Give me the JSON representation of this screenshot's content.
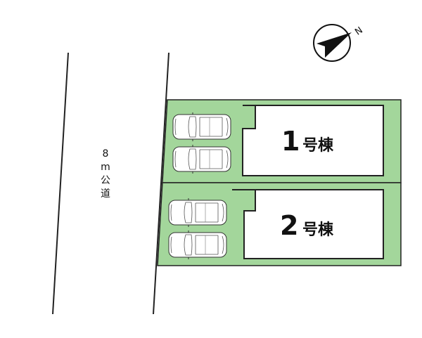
{
  "road": {
    "chars": [
      "8",
      "m",
      "公",
      "道"
    ]
  },
  "compass": {
    "label": "N"
  },
  "lots": [
    {
      "number": "1",
      "suffix": "号棟",
      "parking_spaces": 2
    },
    {
      "number": "2",
      "suffix": "号棟",
      "parking_spaces": 2
    }
  ],
  "colors": {
    "lot_green": "#a3d69b",
    "line": "#222222"
  }
}
